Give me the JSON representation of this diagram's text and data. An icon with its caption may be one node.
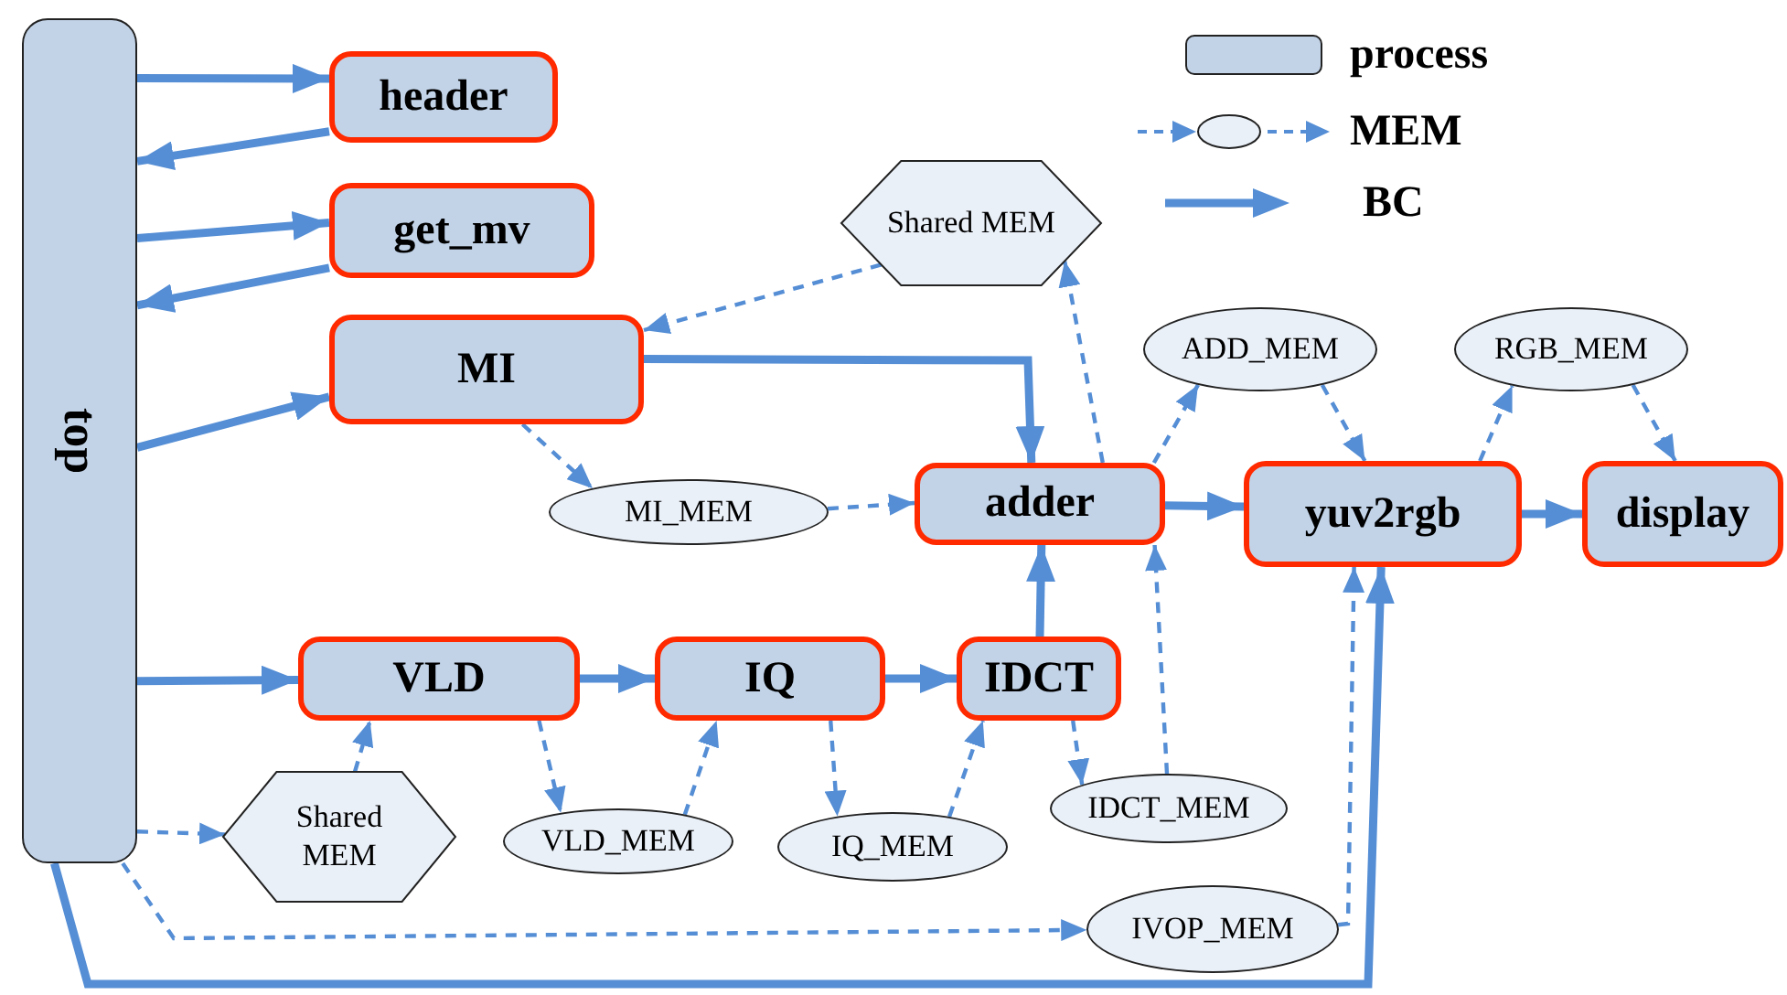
{
  "diagram": {
    "nodes": [
      {
        "text": [
          "top"
        ]
      },
      {
        "text": [
          "header"
        ]
      },
      {
        "text": [
          "get_mv"
        ]
      },
      {
        "text": [
          "MI"
        ]
      },
      {
        "text": [
          "Shared MEM"
        ]
      },
      {
        "text": [
          "ADD_MEM"
        ]
      },
      {
        "text": [
          "RGB_MEM"
        ]
      },
      {
        "text": [
          "MI_MEM"
        ]
      },
      {
        "text": [
          "adder"
        ]
      },
      {
        "text": [
          "yuv2rgb"
        ]
      },
      {
        "text": [
          "display"
        ]
      },
      {
        "text": [
          "VLD"
        ]
      },
      {
        "text": [
          "IQ"
        ]
      },
      {
        "text": [
          "IDCT"
        ]
      },
      {
        "text": [
          "Shared MEM"
        ]
      },
      {
        "text": [
          "VLD_MEM"
        ]
      },
      {
        "text": [
          "IQ_MEM"
        ]
      },
      {
        "text": [
          "IDCT_MEM"
        ]
      },
      {
        "text": [
          "IVOP_MEM"
        ]
      }
    ],
    "edges": [
      {
        "from": 0,
        "to": 1,
        "arrow": "to",
        "style": "thick"
      },
      {
        "from": 1,
        "to": 0,
        "arrow": "to",
        "style": "thick"
      },
      {
        "from": 0,
        "to": 2,
        "arrow": "to",
        "style": "thick"
      },
      {
        "from": 2,
        "to": 0,
        "arrow": "to",
        "style": "thick"
      },
      {
        "from": 0,
        "to": 3,
        "arrow": "to",
        "style": "thick"
      },
      {
        "from": 3,
        "to": 8,
        "arrow": "to",
        "style": "thick"
      },
      {
        "from": 4,
        "to": 3,
        "arrow": "to",
        "style": "dashed"
      },
      {
        "from": 8,
        "to": 4,
        "arrow": "to",
        "style": "dashed"
      },
      {
        "from": 3,
        "to": 7,
        "arrow": "to",
        "style": "dashed"
      },
      {
        "from": 7,
        "to": 8,
        "arrow": "to",
        "style": "dashed"
      },
      {
        "from": 8,
        "to": 5,
        "arrow": "to",
        "style": "dashed"
      },
      {
        "from": 5,
        "to": 9,
        "arrow": "to",
        "style": "dashed"
      },
      {
        "from": 9,
        "to": 6,
        "arrow": "to",
        "style": "dashed"
      },
      {
        "from": 6,
        "to": 10,
        "arrow": "to",
        "style": "dashed"
      },
      {
        "from": 8,
        "to": 9,
        "arrow": "to",
        "style": "thick"
      },
      {
        "from": 9,
        "to": 10,
        "arrow": "to",
        "style": "thick"
      },
      {
        "from": 0,
        "to": 11,
        "arrow": "to",
        "style": "thick"
      },
      {
        "from": 11,
        "to": 12,
        "arrow": "to",
        "style": "thick"
      },
      {
        "from": 12,
        "to": 13,
        "arrow": "to",
        "style": "thick"
      },
      {
        "from": 13,
        "to": 8,
        "arrow": "to",
        "style": "thick"
      },
      {
        "from": 14,
        "to": 11,
        "arrow": "to",
        "style": "dashed"
      },
      {
        "from": 11,
        "to": 15,
        "arrow": "to",
        "style": "dashed"
      },
      {
        "from": 15,
        "to": 12,
        "arrow": "to",
        "style": "dashed"
      },
      {
        "from": 12,
        "to": 16,
        "arrow": "to",
        "style": "dashed"
      },
      {
        "from": 16,
        "to": 13,
        "arrow": "to",
        "style": "dashed"
      },
      {
        "from": 13,
        "to": 17,
        "arrow": "to",
        "style": "dashed"
      },
      {
        "from": 17,
        "to": 8,
        "arrow": "to",
        "style": "dashed"
      },
      {
        "from": 0,
        "to": 14,
        "arrow": "to",
        "style": "dashed"
      },
      {
        "from": 0,
        "to": 18,
        "arrow": "to",
        "style": "dashed"
      },
      {
        "from": 18,
        "to": 9,
        "arrow": "to",
        "style": "dashed"
      },
      {
        "from": 0,
        "to": 9,
        "arrow": "to",
        "style": "thick"
      }
    ],
    "legend": [
      {
        "text": "process"
      },
      {
        "text": "MEM"
      },
      {
        "text": "BC"
      }
    ]
  }
}
